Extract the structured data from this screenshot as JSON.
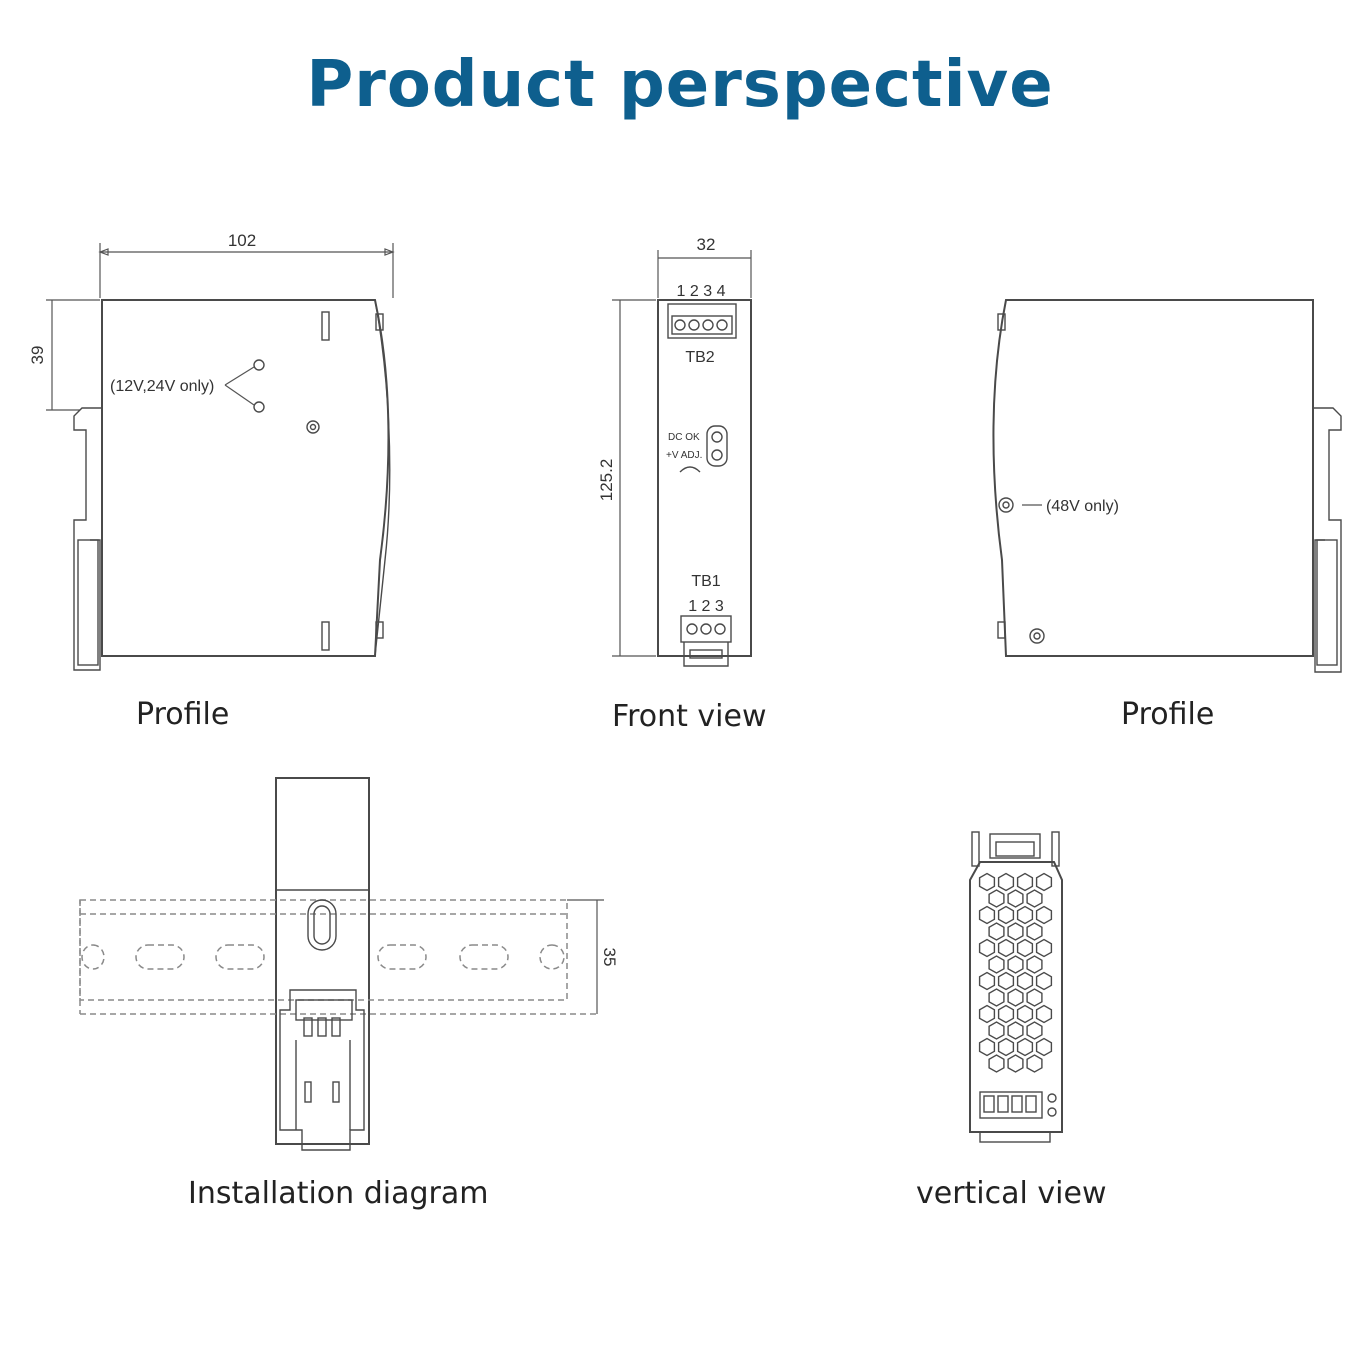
{
  "title": "Product perspective",
  "captions": {
    "profile_left": "Profile",
    "front_view": "Front view",
    "profile_right": "Profile",
    "installation": "Installation diagram",
    "vertical": "vertical view"
  },
  "profile_left": {
    "width_dim": "102",
    "height_dim": "39",
    "note": "(12V,24V only)"
  },
  "front_view": {
    "width_dim": "32",
    "height_dim": "125.2",
    "tb2_pins": "1 2 3 4",
    "tb2_label": "TB2",
    "dc_ok": "DC OK",
    "v_adj": "+V ADJ.",
    "tb1_label": "TB1",
    "tb1_pins": "1 2 3"
  },
  "profile_right": {
    "note": "(48V only)"
  },
  "installation": {
    "rail_dim": "35"
  },
  "colors": {
    "title": "#0e5f8e",
    "line": "#4a4a4a"
  }
}
